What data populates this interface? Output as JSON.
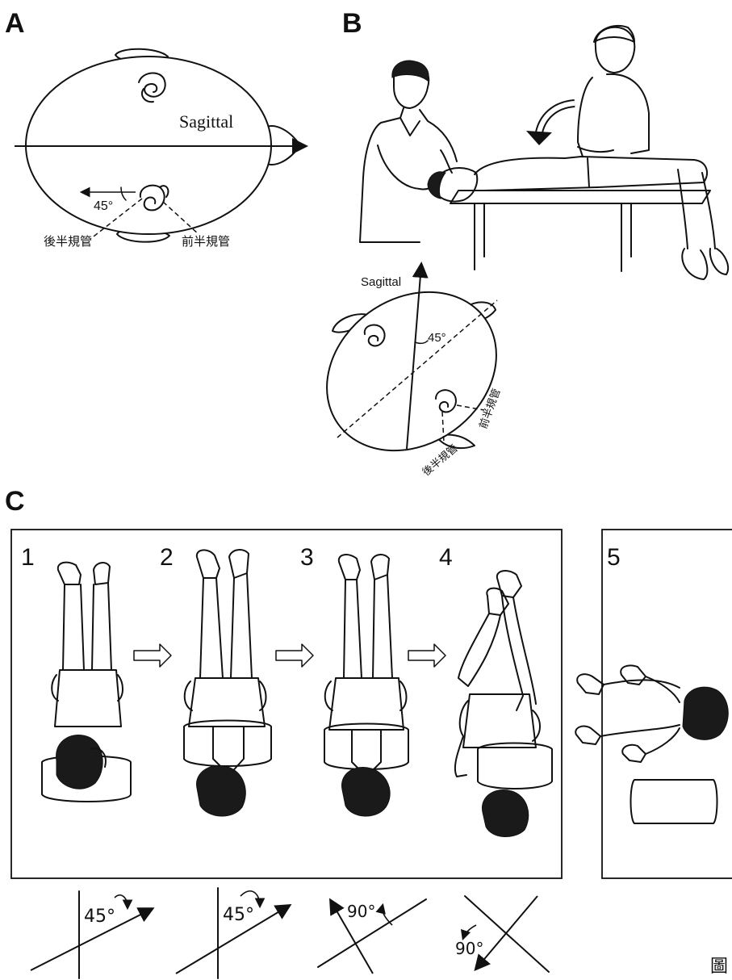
{
  "panels": {
    "a": {
      "label": "A",
      "sagittal": "Sagittal",
      "angle": "45°",
      "posterior_canal": "後半規管",
      "anterior_canal": "前半規管"
    },
    "b": {
      "label": "B",
      "sagittal": "Sagittal",
      "angle": "45°",
      "posterior_canal": "後半規管",
      "anterior_canal": "前半規管"
    },
    "c": {
      "label": "C",
      "steps": [
        {
          "number": "1",
          "angle": "45°"
        },
        {
          "number": "2",
          "angle": "45°"
        },
        {
          "number": "3",
          "angle": "90°"
        },
        {
          "number": "4",
          "angle": "90°"
        },
        {
          "number": "5"
        }
      ]
    }
  },
  "corner_text": "圖"
}
